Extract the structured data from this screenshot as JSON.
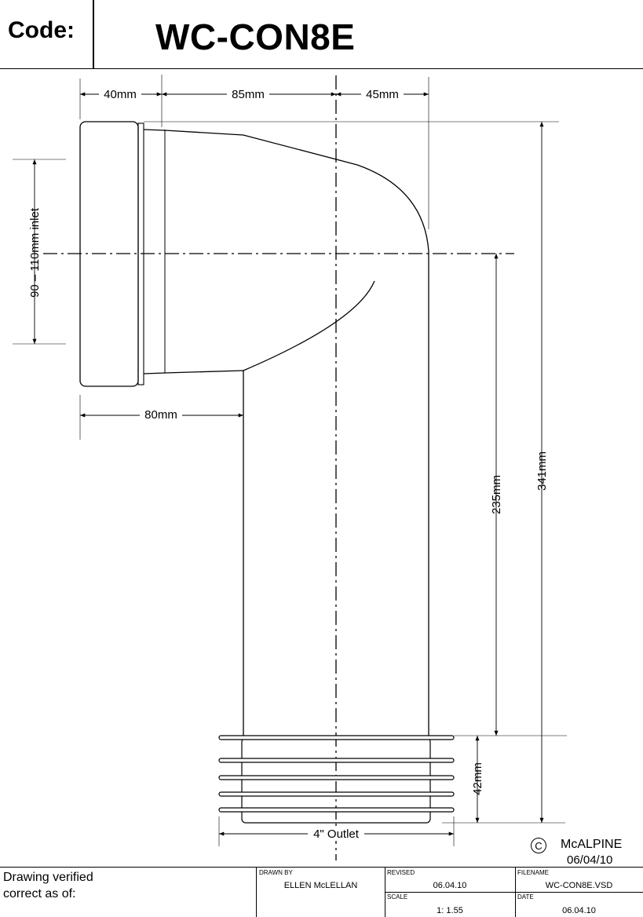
{
  "header": {
    "code_label": "Code:",
    "code_value": "WC-CON8E"
  },
  "dimensions": {
    "inlet_depth": "40mm",
    "inlet_to_center": "85mm",
    "center_to_outlet_edge": "45mm",
    "inlet_diameter": "90 – 110mm inlet",
    "inlet_to_pipe": "80mm",
    "center_to_outlet_top": "235mm",
    "total_height": "341mm",
    "outlet_length": "42mm",
    "outlet_diameter": "4\" Outlet"
  },
  "copyright": {
    "symbol": "C",
    "company": "McALPINE",
    "date": "06/04/10"
  },
  "title_block": {
    "verified_line1": "Drawing verified",
    "verified_line2": "correct as of:",
    "drawn_by_label": "DRAWN BY",
    "drawn_by_value": "ELLEN McLELLAN",
    "revised_label": "REVISED",
    "revised_value": "06.04.10",
    "scale_label": "SCALE",
    "scale_value": "1: 1.55",
    "filename_label": "FILENAME",
    "filename_value": "WC-CON8E.VSD",
    "date_label": "DATE",
    "date_value": "06.04.10"
  }
}
